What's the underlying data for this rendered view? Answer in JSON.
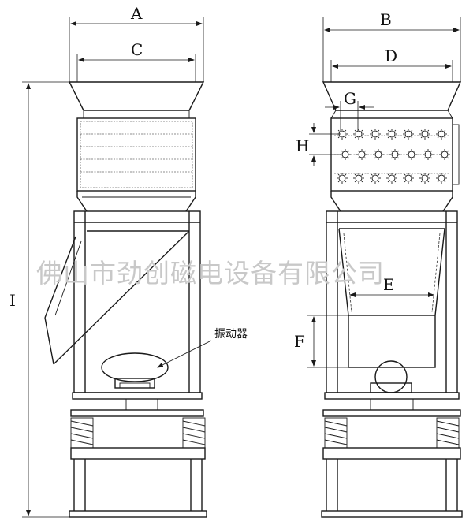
{
  "labels": {
    "A": "A",
    "B": "B",
    "C": "C",
    "D": "D",
    "E": "E",
    "F": "F",
    "G": "G",
    "H": "H",
    "I": "I"
  },
  "callout": "振动器",
  "watermark": "佛山市劲创磁电设备有限公司",
  "colors": {
    "line": "#1a1a1a",
    "watermark": "#c8c8c8"
  }
}
